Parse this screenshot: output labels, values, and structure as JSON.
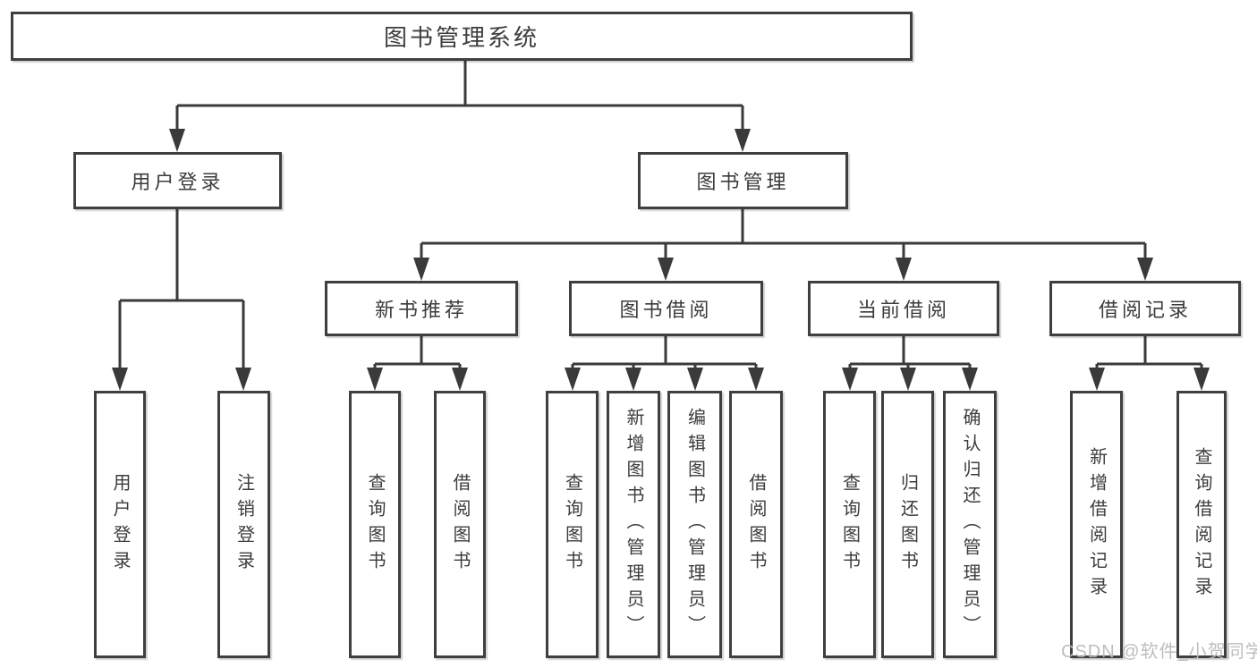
{
  "diagram_title": "图书管理系统",
  "colors": {
    "line": "#3a3a3a",
    "box_border": "#3f3f3f",
    "text": "#3c3c3c",
    "background": "#ffffff",
    "watermark": "#b9b9b9"
  },
  "tree": {
    "root": {
      "label": "图书管理系统"
    },
    "branches": [
      {
        "label": "用户登录",
        "children": [
          {
            "label": "用户登录"
          },
          {
            "label": "注销登录"
          }
        ]
      },
      {
        "label": "图书管理",
        "children": [
          {
            "label": "新书推荐",
            "children": [
              {
                "label": "查询图书"
              },
              {
                "label": "借阅图书"
              }
            ]
          },
          {
            "label": "图书借阅",
            "children": [
              {
                "label": "查询图书"
              },
              {
                "label": "新增图书（管理员）"
              },
              {
                "label": "编辑图书（管理员）"
              },
              {
                "label": "借阅图书"
              }
            ]
          },
          {
            "label": "当前借阅",
            "children": [
              {
                "label": "查询图书"
              },
              {
                "label": "归还图书"
              },
              {
                "label": "确认归还（管理员）"
              }
            ]
          },
          {
            "label": "借阅记录",
            "children": [
              {
                "label": "新增借阅记录"
              },
              {
                "label": "查询借阅记录"
              }
            ]
          }
        ]
      }
    ]
  },
  "watermark": {
    "text": "CSDN @软件_小贺同学"
  }
}
